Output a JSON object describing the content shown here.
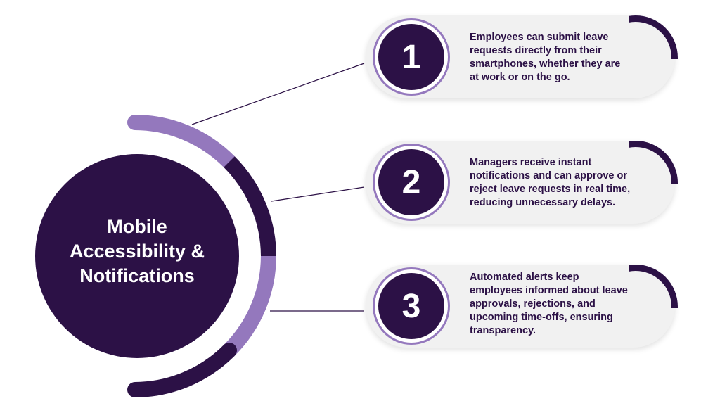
{
  "title": {
    "lines": [
      "Mobile",
      "Accessibility &",
      "Notifications"
    ]
  },
  "colors": {
    "dark_purple": "#2c1146",
    "light_purple": "#9478bd",
    "card_bg": "#f1f1f1"
  },
  "items": [
    {
      "number": "1",
      "lines": [
        "Employees can submit leave",
        "requests directly from their",
        "smartphones, whether they are",
        "at work or on the go."
      ]
    },
    {
      "number": "2",
      "lines": [
        "Managers receive instant",
        "notifications and can approve or",
        "reject leave requests in real time,",
        "reducing unnecessary delays."
      ]
    },
    {
      "number": "3",
      "lines": [
        "Automated alerts keep",
        "employees informed about leave",
        "approvals, rejections, and",
        "upcoming time-offs, ensuring",
        "transparency."
      ]
    }
  ]
}
